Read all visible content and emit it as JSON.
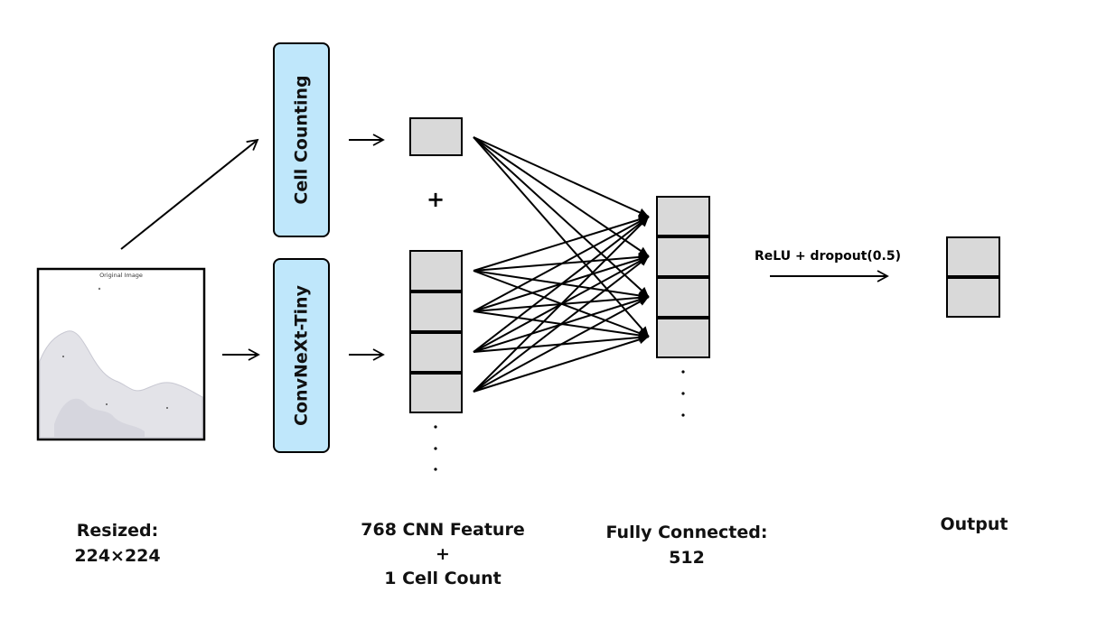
{
  "input_image": {
    "caption": "Original Image"
  },
  "modules": {
    "cell_counting": "Cell Counting",
    "backbone": "ConvNeXt-Tiny"
  },
  "plus_sign": "+",
  "activation": "ReLU + dropout(0.5)",
  "labels": {
    "resized_line1": "Resized:",
    "resized_line2": "224×224",
    "features_line1": "768 CNN Feature",
    "features_line2": "+",
    "features_line3": "1 Cell Count",
    "fc_line1": "Fully Connected:",
    "fc_line2": "512",
    "output": "Output"
  },
  "colors": {
    "module_fill": "#bfe7fb",
    "cell_fill": "#d9d9d9",
    "stroke": "#000000"
  }
}
